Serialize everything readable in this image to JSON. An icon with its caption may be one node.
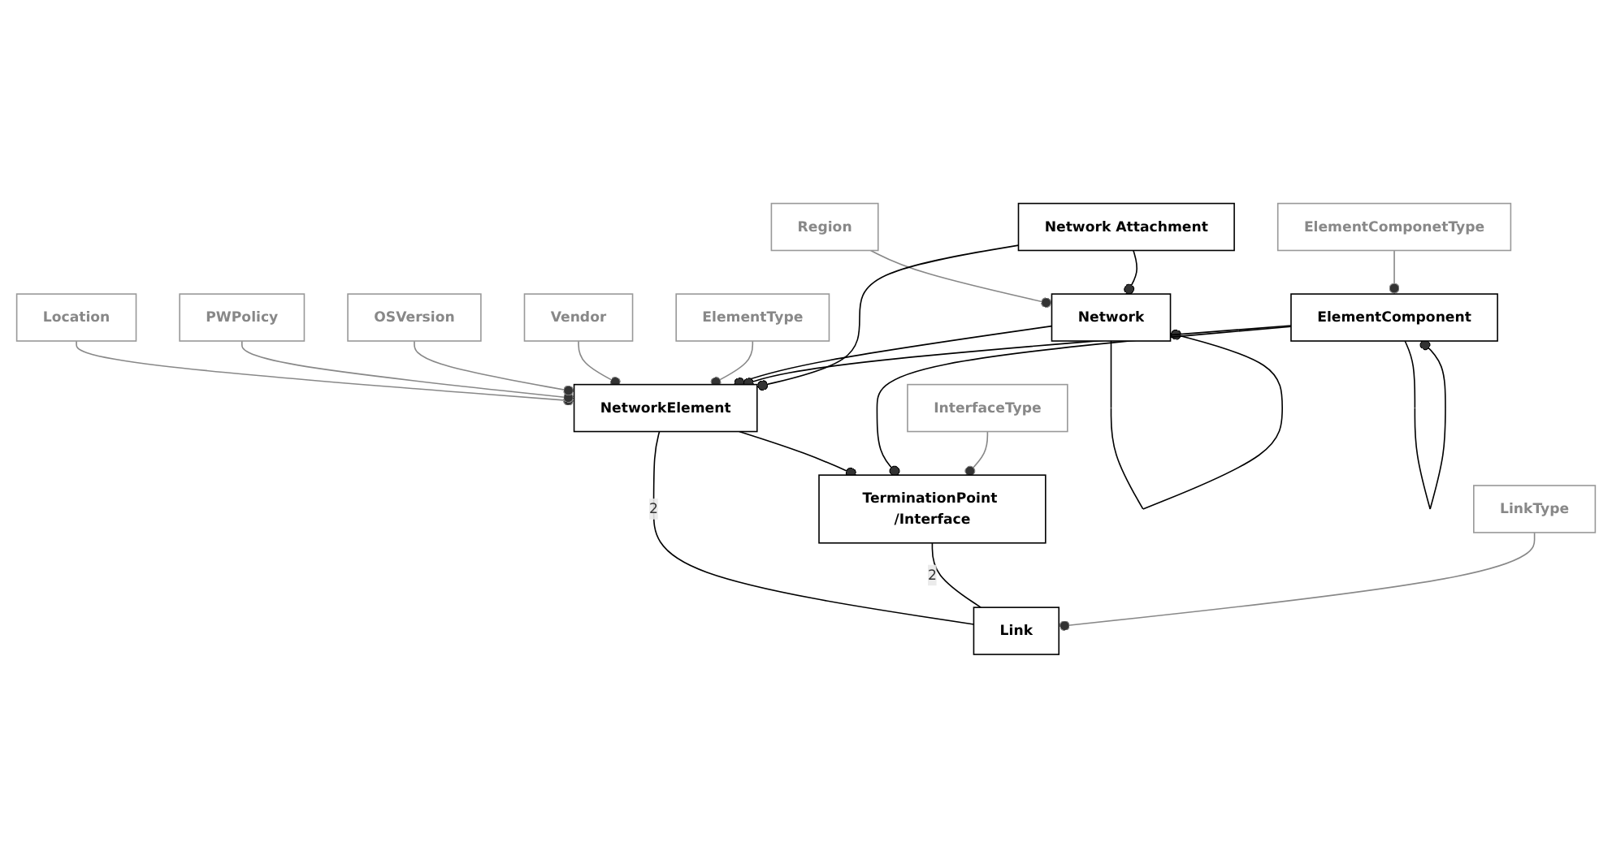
{
  "diagram": {
    "nodes": [
      {
        "text": [
          "PWPolicy"
        ]
      },
      {
        "text": [
          "OSVersion"
        ]
      },
      {
        "text": [
          "Vendor"
        ]
      },
      {
        "text": [
          "ElementComponetType"
        ]
      },
      {
        "text": [
          "Region"
        ]
      },
      {
        "text": [
          "Location"
        ]
      },
      {
        "text": [
          "ElementType"
        ]
      },
      {
        "text": [
          "Network"
        ]
      },
      {
        "text": [
          "NetworkElement"
        ]
      },
      {
        "text": [
          "ElementComponent"
        ]
      },
      {
        "text": [
          "Network Attachment"
        ]
      },
      {
        "text": [
          "TerminationPoint /Interface"
        ]
      },
      {
        "text": [
          "Link"
        ]
      },
      {
        "text": [
          "LinkType"
        ]
      },
      {
        "text": [
          "InterfaceType"
        ]
      }
    ],
    "edges": [
      {
        "from": 4,
        "to": 7,
        "arrow": "other",
        "color": "#888888"
      },
      {
        "from": 5,
        "to": 8,
        "arrow": "other",
        "color": "#888888"
      },
      {
        "from": 0,
        "to": 8,
        "arrow": "other",
        "color": "#888888"
      },
      {
        "from": 1,
        "to": 8,
        "arrow": "other",
        "color": "#888888"
      },
      {
        "from": 2,
        "to": 8,
        "arrow": "other",
        "color": "#888888"
      },
      {
        "from": 6,
        "to": 8,
        "arrow": "other",
        "color": "#888888"
      },
      {
        "from": 3,
        "to": 9,
        "arrow": "other",
        "color": "#888888"
      },
      {
        "from": 7,
        "to": 7,
        "arrow": "other"
      },
      {
        "from": 7,
        "to": 8,
        "arrow": "other"
      },
      {
        "from": 9,
        "to": 8,
        "arrow": "other"
      },
      {
        "from": 9,
        "to": 9,
        "arrow": "other"
      },
      {
        "from": 10,
        "to": 7,
        "arrow": "other"
      },
      {
        "from": 10,
        "to": 8,
        "arrow": "other"
      },
      {
        "from": 8,
        "to": 11,
        "arrow": "other"
      },
      {
        "from": 8,
        "to": 12,
        "label": "2",
        "arrow": "none"
      },
      {
        "from": 11,
        "to": 12,
        "label": "2",
        "arrow": "none"
      },
      {
        "from": 9,
        "to": 11,
        "arrow": "other"
      },
      {
        "from": 13,
        "to": 12,
        "arrow": "other",
        "color": "#888888"
      },
      {
        "from": 14,
        "to": 11,
        "arrow": "other",
        "color": "#888888"
      }
    ]
  }
}
